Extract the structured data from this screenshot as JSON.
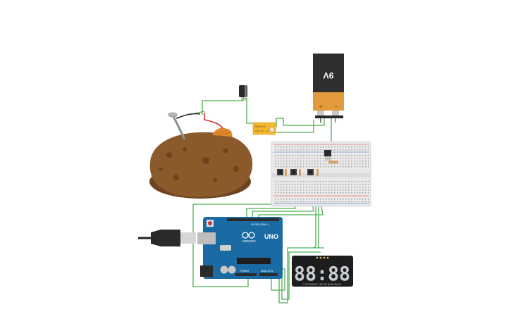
{
  "canvas": {
    "background": "#ffffff",
    "wire_color": "#4caf50"
  },
  "battery": {
    "label": "9V",
    "plus_mark": "+",
    "minus_mark": "−",
    "colors": {
      "body": "#e39a3c",
      "cap": "#2f2f2f"
    }
  },
  "potato": {
    "colors": {
      "skin": "#8b5a2b",
      "shadow": "#6d4420"
    }
  },
  "relay": {
    "label": "RELAY 5V",
    "pins": [
      "COM",
      "NC",
      "NO"
    ],
    "color": "#f5b731"
  },
  "arduino": {
    "brand": "ARDUINO",
    "model": "UNO",
    "header_digital": "DIGITAL (PWM ~)",
    "header_power": "POWER",
    "header_analog": "ANALOG IN",
    "color": "#1a6aa3"
  },
  "display": {
    "digits": "88:88",
    "caption": "7-SEGMENT LED W/ BACKPACK",
    "segment_color": "#c9ced4"
  }
}
